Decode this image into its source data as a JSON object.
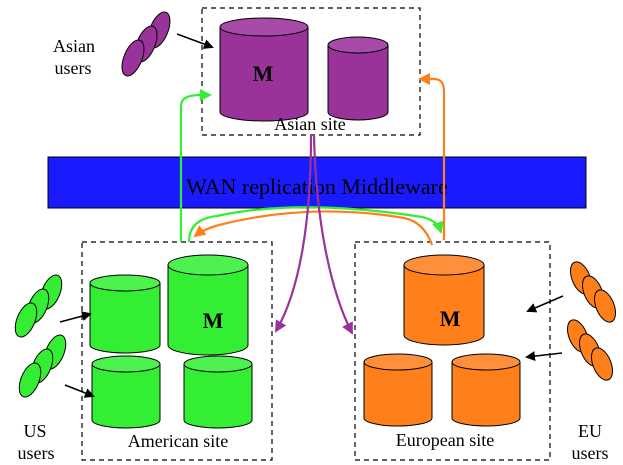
{
  "middleware": {
    "label": "WAN replication Middleware",
    "color": "#1a1aff"
  },
  "sites": {
    "asian": {
      "label": "Asian site",
      "color": "#993399",
      "master_label": "M"
    },
    "american": {
      "label": "American site",
      "color": "#33ee33",
      "master_label": "M"
    },
    "european": {
      "label": "European site",
      "color": "#ff7f1a",
      "master_label": "M"
    }
  },
  "user_groups": {
    "asian": {
      "label_line1": "Asian",
      "label_line2": "users"
    },
    "us": {
      "label_line1": "US",
      "label_line2": "users"
    },
    "eu": {
      "label_line1": "EU",
      "label_line2": "users"
    }
  },
  "arrow_colors": {
    "green": "#33ee33",
    "orange": "#ff7f1a",
    "purple": "#993399",
    "black": "#000000"
  }
}
